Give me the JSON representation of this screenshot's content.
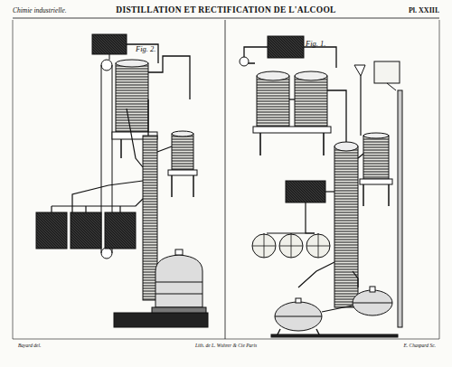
{
  "diagram": {
    "title": "DISTILLATION ET RECTIFICATION DE L'ALCOOL",
    "labels": [
      "Chimie industrielle.",
      "Pl. XXIII.",
      "Fig. 2.",
      "Fig. 1.",
      "Bayard del.",
      "Lith. de L. Wuhrer & Cie Paris",
      "E. Chaspard Sc."
    ]
  }
}
